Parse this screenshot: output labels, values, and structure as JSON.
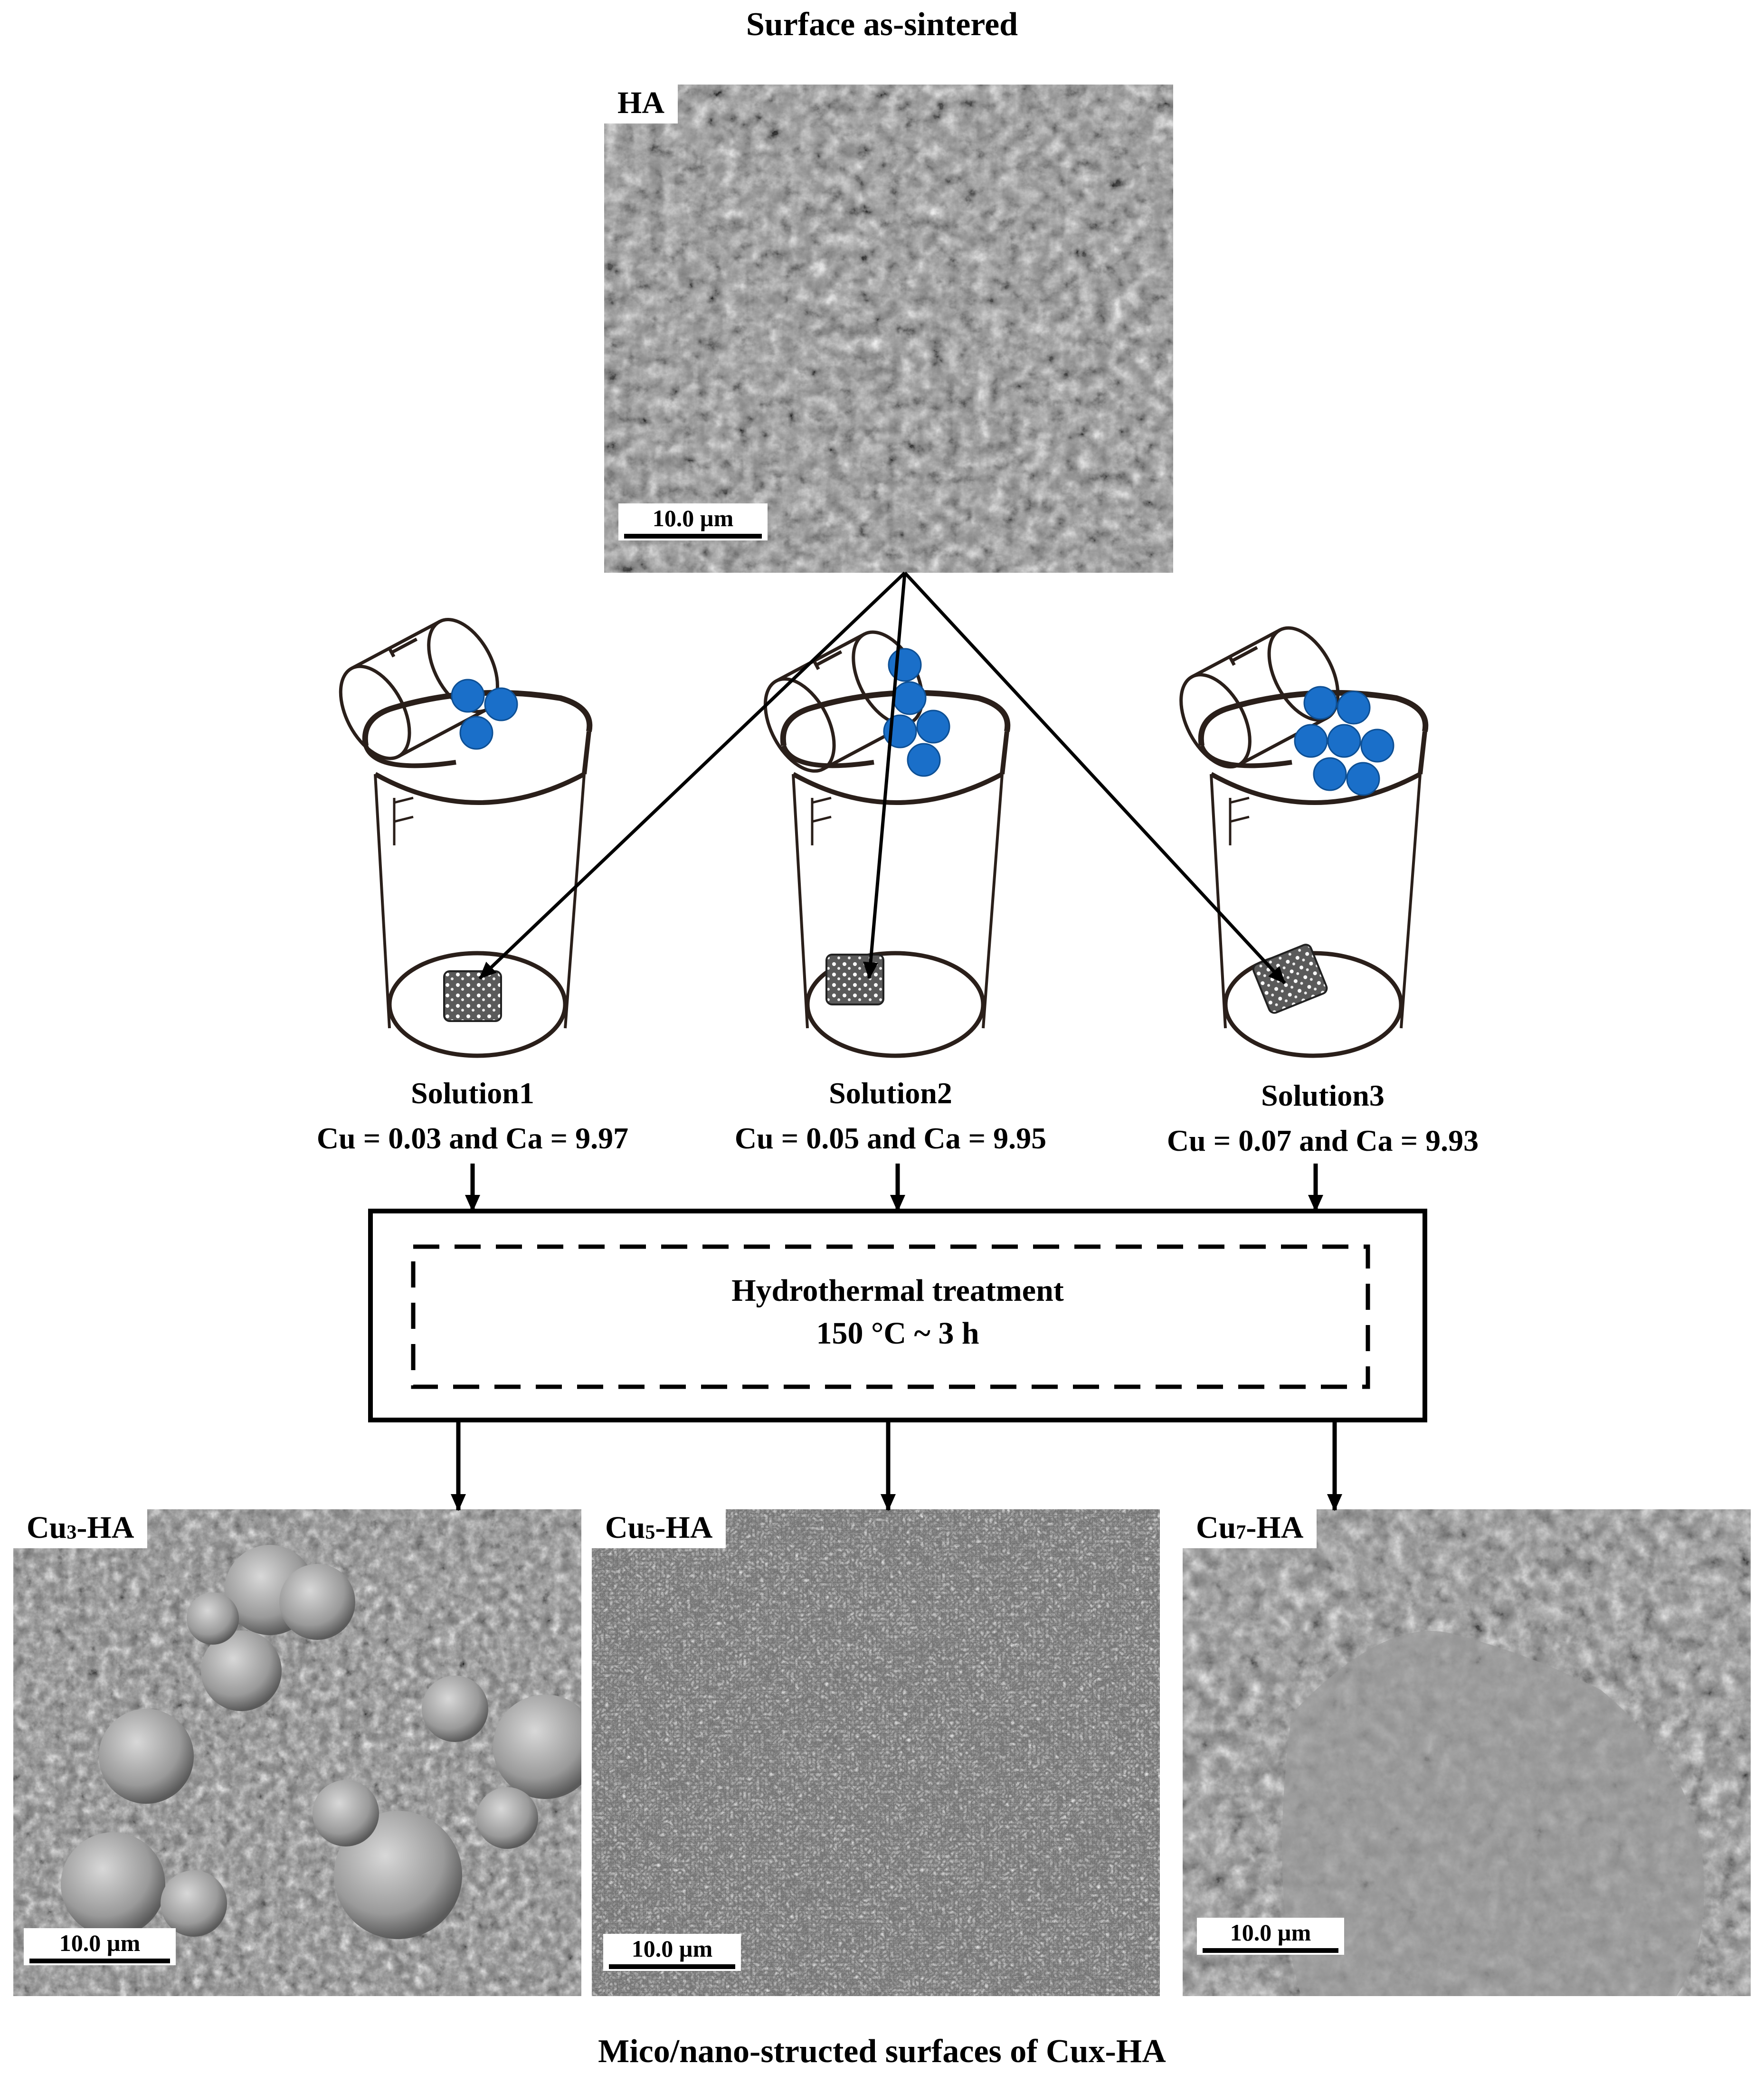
{
  "top_title": "Surface as-sintered",
  "bottom_title": "Mico/nano-structed surfaces of Cux-HA",
  "source_image": {
    "label": "HA",
    "scale": "10.0 µm"
  },
  "solutions": [
    {
      "name": "Solution1",
      "condition": "Cu = 0.03 and Ca = 9.97",
      "ion_count": 3
    },
    {
      "name": "Solution2",
      "condition": "Cu = 0.05 and Ca = 9.95",
      "ion_count": 5
    },
    {
      "name": "Solution3",
      "condition": "Cu = 0.07 and Ca = 9.93",
      "ion_count": 7
    }
  ],
  "treatment": {
    "line1": "Hydrothermal treatment",
    "line2": "150 °C ~  3 h"
  },
  "results": [
    {
      "label_main": "Cu",
      "label_sub": "3",
      "label_suffix": "-HA",
      "scale": "10.0 µm"
    },
    {
      "label_main": "Cu",
      "label_sub": "5",
      "label_suffix": "-HA",
      "scale": "10.0 µm"
    },
    {
      "label_main": "Cu",
      "label_sub": "7",
      "label_suffix": "-HA",
      "scale": "10.0 µm"
    }
  ],
  "colors": {
    "ion": "#1a6fc9",
    "ion_stroke": "#0d4f94",
    "sem_base": "#8a8a8a",
    "beaker": "#2a1f1a"
  }
}
